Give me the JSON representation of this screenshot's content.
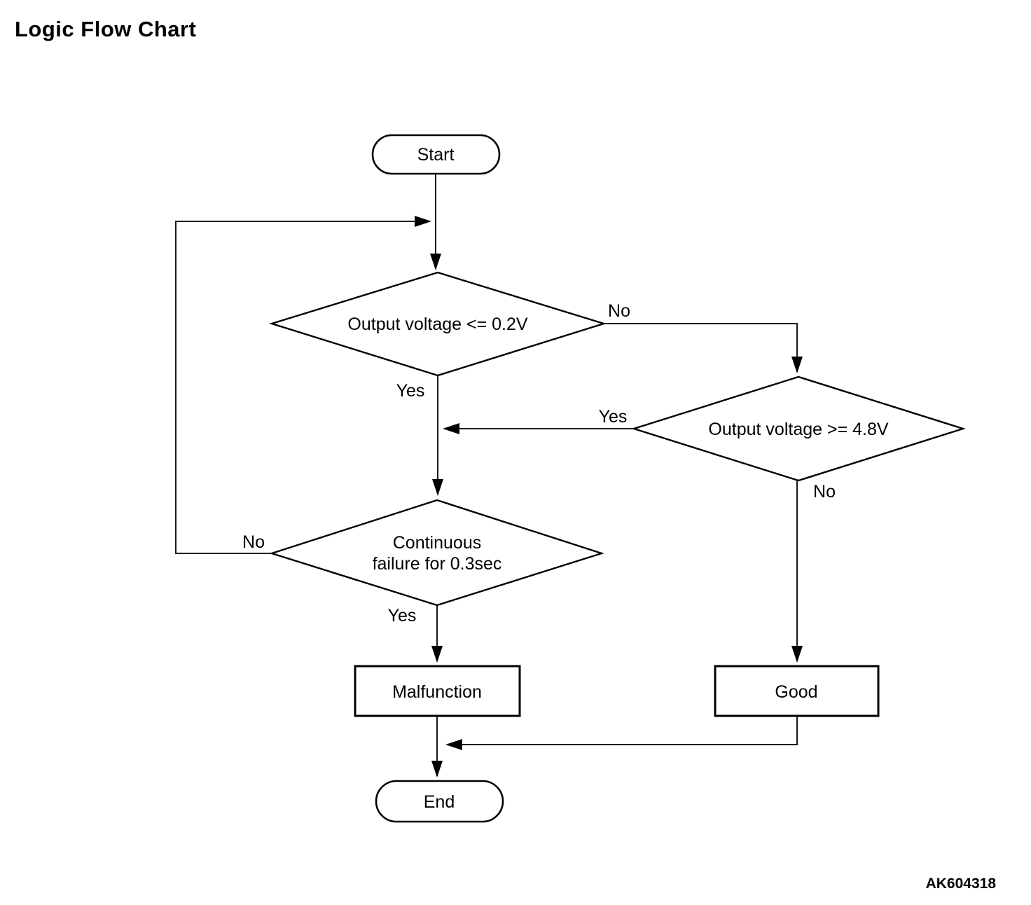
{
  "title": "Logic Flow Chart",
  "figure_code": "AK604318",
  "colors": {
    "background": "#ffffff",
    "line": "#000000",
    "text": "#000000"
  },
  "flowchart": {
    "nodes": {
      "start": {
        "type": "terminator",
        "label": "Start"
      },
      "d1": {
        "type": "decision",
        "label": "Output voltage <= 0.2V"
      },
      "d2": {
        "type": "decision",
        "label": "Output voltage >= 4.8V"
      },
      "d3": {
        "type": "decision",
        "label_line1": "Continuous",
        "label_line2": "failure for 0.3sec"
      },
      "malfunction": {
        "type": "process",
        "label": "Malfunction"
      },
      "good": {
        "type": "process",
        "label": "Good"
      },
      "end": {
        "type": "terminator",
        "label": "End"
      }
    },
    "edge_labels": {
      "d1_yes": "Yes",
      "d1_no": "No",
      "d2_yes": "Yes",
      "d2_no": "No",
      "d3_yes": "Yes",
      "d3_no": "No"
    },
    "edges": [
      {
        "from": "Start",
        "to": "Output voltage <= 0.2V",
        "label": ""
      },
      {
        "from": "Output voltage <= 0.2V",
        "to": "Continuous failure for 0.3sec",
        "label": "Yes"
      },
      {
        "from": "Output voltage <= 0.2V",
        "to": "Output voltage >= 4.8V",
        "label": "No"
      },
      {
        "from": "Output voltage >= 4.8V",
        "to": "Continuous failure for 0.3sec",
        "label": "Yes"
      },
      {
        "from": "Output voltage >= 4.8V",
        "to": "Good",
        "label": "No"
      },
      {
        "from": "Continuous failure for 0.3sec",
        "to": "Malfunction",
        "label": "Yes"
      },
      {
        "from": "Continuous failure for 0.3sec",
        "to": "Output voltage <= 0.2V",
        "label": "No"
      },
      {
        "from": "Malfunction",
        "to": "End",
        "label": ""
      },
      {
        "from": "Good",
        "to": "End",
        "label": ""
      }
    ]
  }
}
